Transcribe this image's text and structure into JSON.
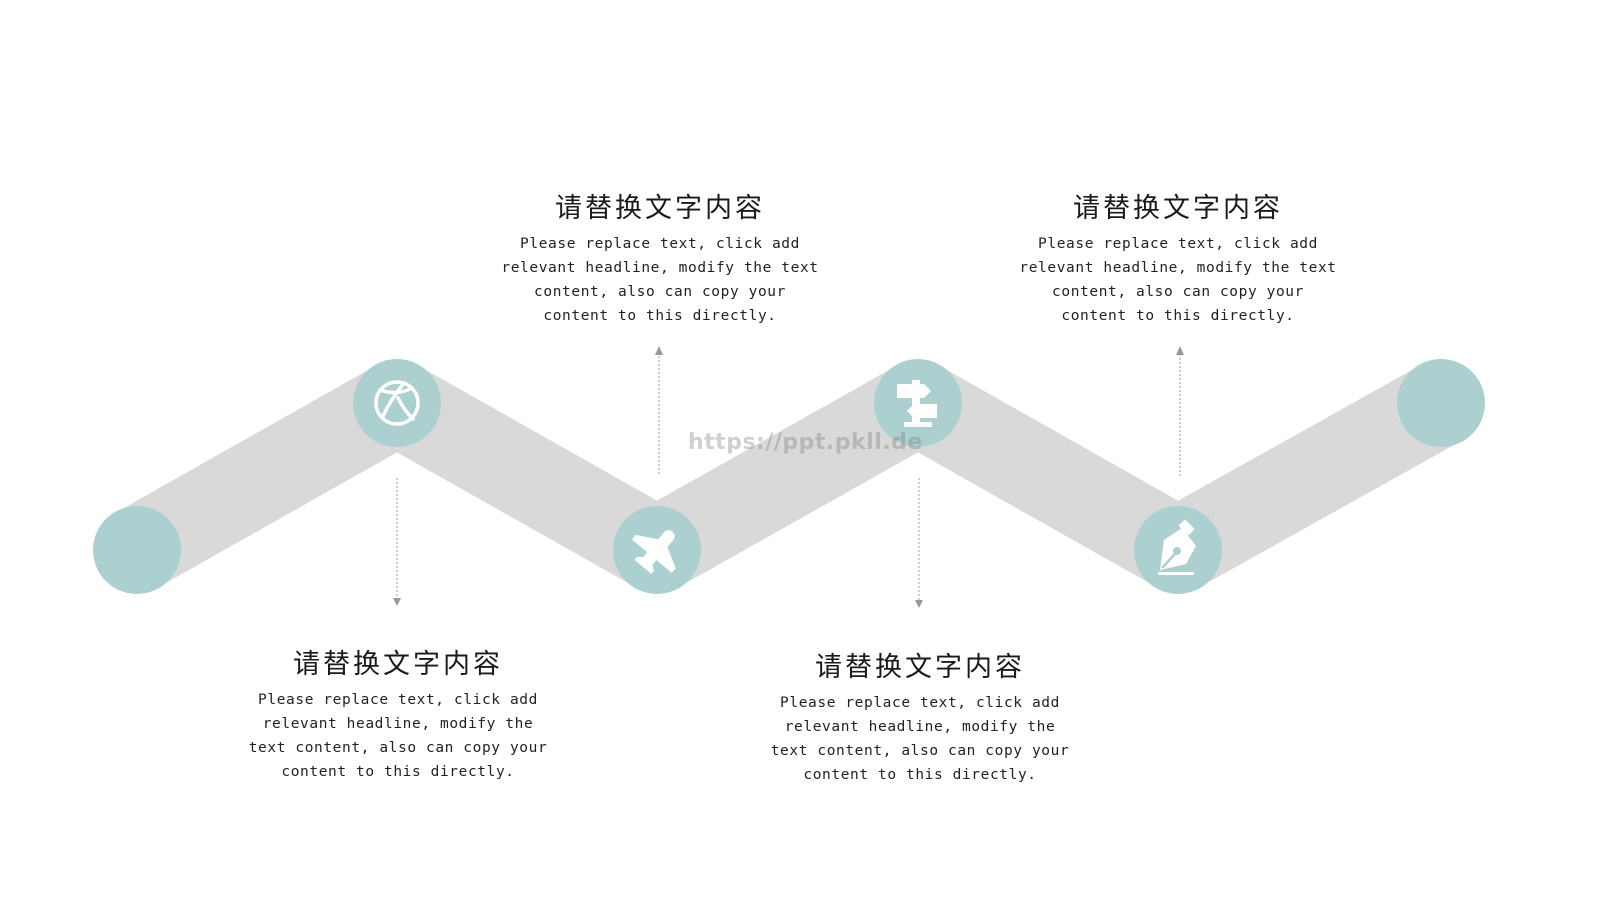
{
  "colors": {
    "band": "#d9d9d9",
    "node": "#abd0cf",
    "icon": "#ffffff",
    "connector": "#999999"
  },
  "steps": [
    {
      "headline": "请替换文字内容",
      "body": "Please replace text, click add relevant headline, modify the text content, also can copy your content to this directly.",
      "icon": "basketball-icon"
    },
    {
      "headline": "请替换文字内容",
      "body": "Please replace text, click add relevant headline, modify the text content, also can copy your content to this directly.",
      "icon": "airplane-icon"
    },
    {
      "headline": "请替换文字内容",
      "body": "Please replace text, click add relevant headline, modify the text content, also can copy your content to this directly.",
      "icon": "signpost-icon"
    },
    {
      "headline": "请替换文字内容",
      "body": "Please replace text, click add relevant headline, modify the text content, also can copy your content to this directly.",
      "icon": "pen-nib-icon"
    }
  ],
  "watermark": "https://ppt.pkll.de"
}
